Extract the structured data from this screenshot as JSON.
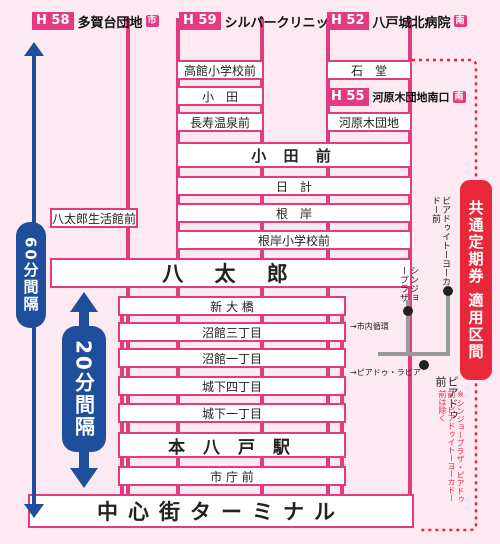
{
  "routes": [
    {
      "num": "H 58",
      "name": "多賀台団地",
      "badge": "市"
    },
    {
      "num": "H 59",
      "name": "シルバークリニック",
      "badge": "市"
    },
    {
      "num": "H 52",
      "name": "八戸城北病院",
      "badge": "南"
    }
  ],
  "route_h55": {
    "num": "H 55",
    "name": "河原木団地南口",
    "badge": "南"
  },
  "stops": {
    "takadate": "高館小学校前",
    "oda_small": "小　田",
    "chojuonsen": "長寿温泉前",
    "ishido": "石　堂",
    "kawaragi": "河原木団地",
    "hattaro_seikatsu": "八太郎生活館前",
    "oda_mae": "小 田 前",
    "nikkei": "日　計",
    "negishi": "根　岸",
    "negishi_school": "根岸小学校前",
    "hattaro": "八 太 郎",
    "shin_ohashi": "新 大 橋",
    "numadate3": "沼館三丁目",
    "numadate1": "沼館一丁目",
    "shiroshita4": "城下四丁目",
    "shiroshita1": "城下一丁目",
    "hon_hachinohe": "本 八 戸 駅",
    "shiyakusho": "市 庁 前",
    "terminal": "中心街ターミナル"
  },
  "intervals": {
    "long": "60分間隔",
    "short": "20分間隔"
  },
  "landmarks": {
    "itoyokado": "ピアドゥイトーヨーカドー前",
    "shinjo": "シンジョープラザ",
    "piadou": "ピアドゥ前",
    "shinaijunkan": "市内循環",
    "piadou_rapia": "ピアドゥ・ラピア"
  },
  "common_pass": {
    "title": "共通定期券 適用区間",
    "note": "※シンジョープラザ・ピアドゥ前・ピアドゥイトーヨーカドー前は除く"
  },
  "colors": {
    "accent": "#e23b82",
    "blue": "#1f4e9c",
    "background": "#fde9f1",
    "pass_red": "#e8283a"
  }
}
